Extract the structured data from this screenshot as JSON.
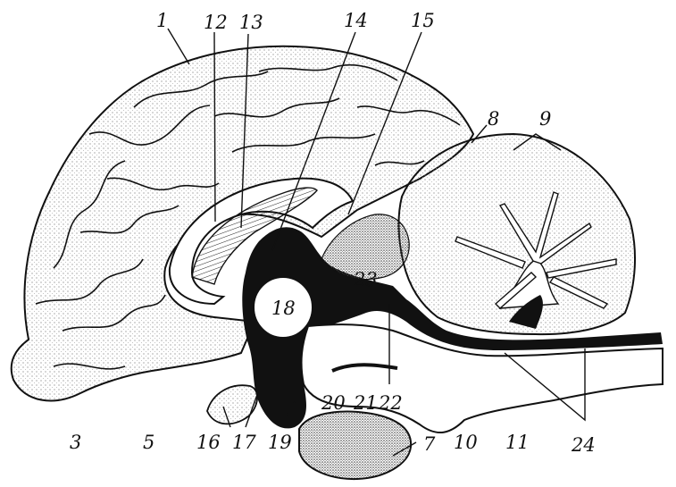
{
  "labels": {
    "l1": "1",
    "l3": "3",
    "l5": "5",
    "l7": "7",
    "l8": "8",
    "l9": "9",
    "l10": "10",
    "l11": "11",
    "l12": "12",
    "l13": "13",
    "l14": "14",
    "l15": "15",
    "l16": "16",
    "l17": "17",
    "l18": "18",
    "l19": "19",
    "l20": "20",
    "l21": "21",
    "l22": "22",
    "l23": "23",
    "l24": "24"
  },
  "colors": {
    "ink": "#111111",
    "paper": "#ffffff",
    "stipple": "#9a9a9a"
  }
}
